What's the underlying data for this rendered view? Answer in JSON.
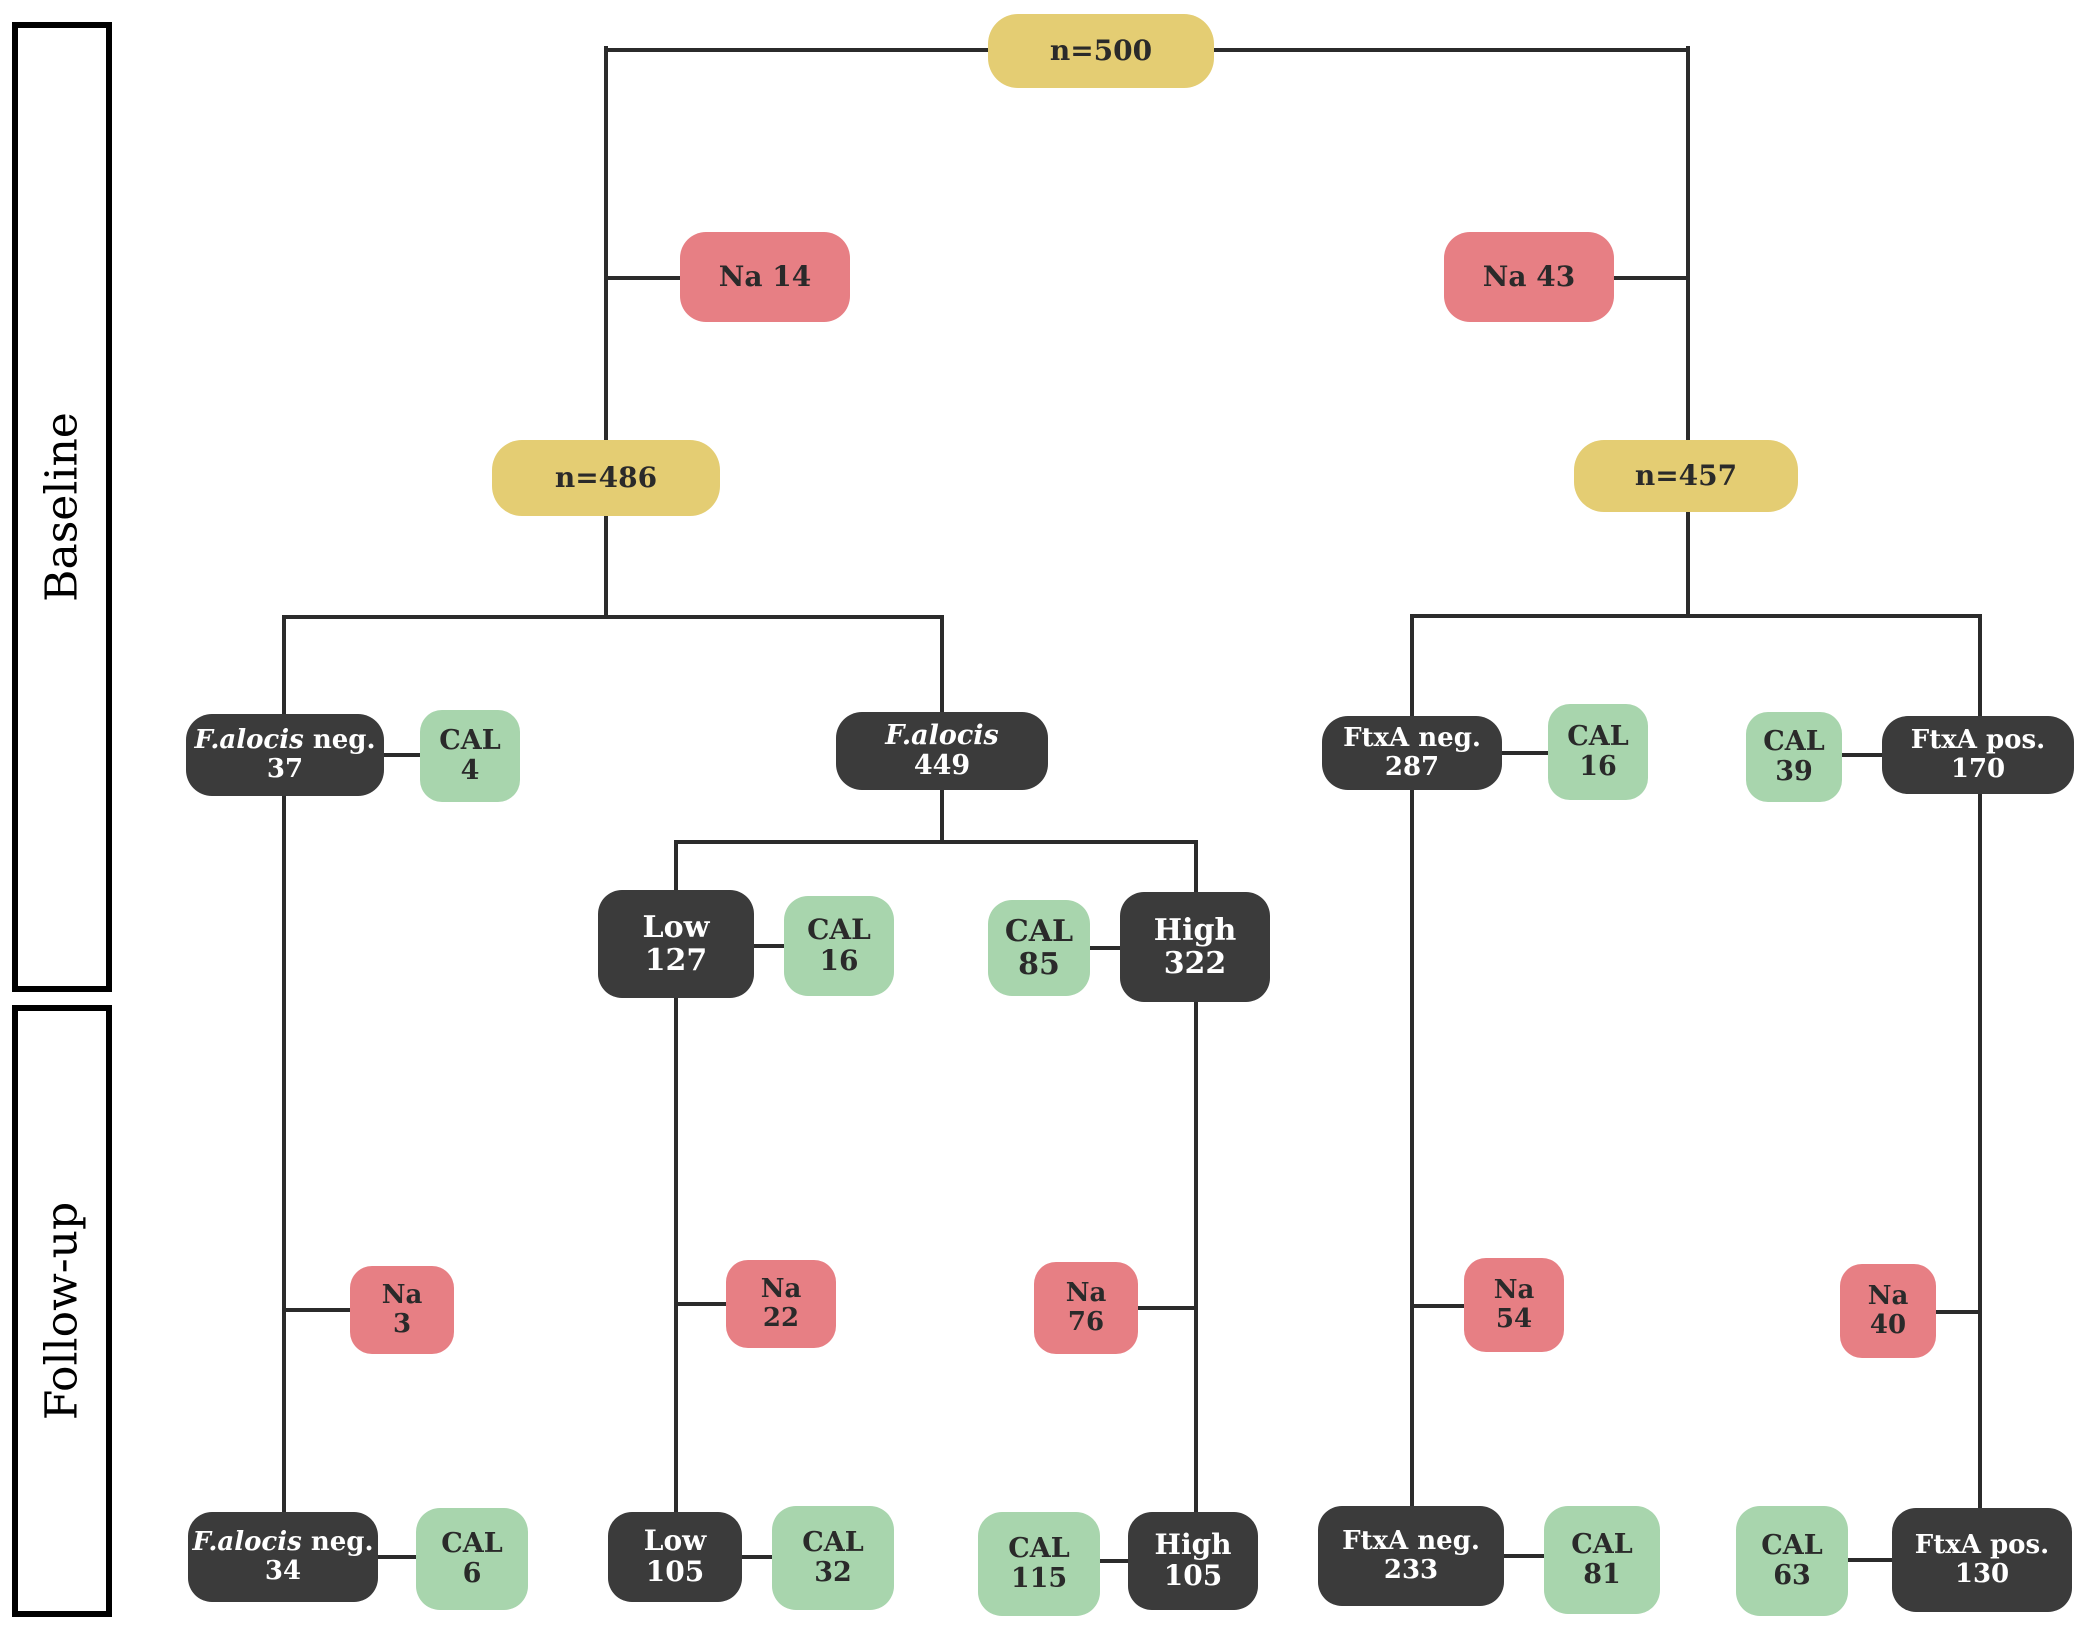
{
  "colors": {
    "total": "#e4cd73",
    "missing": "#e77f84",
    "cal": "#a8d5ad",
    "group": "#3b3b3b",
    "line": "#2b2b2b"
  },
  "stages": {
    "baseline": "Baseline",
    "followup": "Follow-up"
  },
  "nodes": [
    {
      "id": "n500",
      "kind": "total",
      "line1": "n=500",
      "line2": ""
    },
    {
      "id": "na14",
      "kind": "missing",
      "line1": "Na 14",
      "line2": ""
    },
    {
      "id": "na43",
      "kind": "missing",
      "line1": "Na 43",
      "line2": ""
    },
    {
      "id": "n486",
      "kind": "total",
      "line1": "n=486",
      "line2": ""
    },
    {
      "id": "n457",
      "kind": "total",
      "line1": "n=457",
      "line2": ""
    },
    {
      "id": "faneg37",
      "kind": "group",
      "italic": "F.alocis",
      "line1": " neg.",
      "line2": "37"
    },
    {
      "id": "cal4",
      "kind": "cal",
      "line1": "CAL",
      "line2": "4"
    },
    {
      "id": "fa449",
      "kind": "group",
      "italic": "F.alocis",
      "line1": "",
      "line2": "449"
    },
    {
      "id": "ftxneg287",
      "kind": "group",
      "line1": "FtxA neg.",
      "line2": "287"
    },
    {
      "id": "cal16a",
      "kind": "cal",
      "line1": "CAL",
      "line2": "16"
    },
    {
      "id": "cal39",
      "kind": "cal",
      "line1": "CAL",
      "line2": "39"
    },
    {
      "id": "ftxpos170",
      "kind": "group",
      "line1": "FtxA pos.",
      "line2": "170"
    },
    {
      "id": "low127",
      "kind": "group",
      "line1": "Low",
      "line2": "127"
    },
    {
      "id": "cal16b",
      "kind": "cal",
      "line1": "CAL",
      "line2": "16"
    },
    {
      "id": "cal85",
      "kind": "cal",
      "line1": "CAL",
      "line2": "85"
    },
    {
      "id": "high322",
      "kind": "group",
      "line1": "High",
      "line2": "322"
    },
    {
      "id": "na3",
      "kind": "missing",
      "line1": "Na",
      "line2": "3"
    },
    {
      "id": "na22",
      "kind": "missing",
      "line1": "Na",
      "line2": "22"
    },
    {
      "id": "na76",
      "kind": "missing",
      "line1": "Na",
      "line2": "76"
    },
    {
      "id": "na54",
      "kind": "missing",
      "line1": "Na",
      "line2": "54"
    },
    {
      "id": "na40",
      "kind": "missing",
      "line1": "Na",
      "line2": "40"
    },
    {
      "id": "faneg34",
      "kind": "group",
      "italic": "F.alocis",
      "line1": " neg.",
      "line2": "34"
    },
    {
      "id": "cal6",
      "kind": "cal",
      "line1": "CAL",
      "line2": "6"
    },
    {
      "id": "low105",
      "kind": "group",
      "line1": "Low",
      "line2": "105"
    },
    {
      "id": "cal32",
      "kind": "cal",
      "line1": "CAL",
      "line2": "32"
    },
    {
      "id": "cal115",
      "kind": "cal",
      "line1": "CAL",
      "line2": "115"
    },
    {
      "id": "high105",
      "kind": "group",
      "line1": "High",
      "line2": "105"
    },
    {
      "id": "ftxneg233",
      "kind": "group",
      "line1": "FtxA neg.",
      "line2": "233"
    },
    {
      "id": "cal81",
      "kind": "cal",
      "line1": "CAL",
      "line2": "81"
    },
    {
      "id": "cal63",
      "kind": "cal",
      "line1": "CAL",
      "line2": "63"
    },
    {
      "id": "ftxpos130",
      "kind": "group",
      "line1": "FtxA pos.",
      "line2": "130"
    }
  ]
}
